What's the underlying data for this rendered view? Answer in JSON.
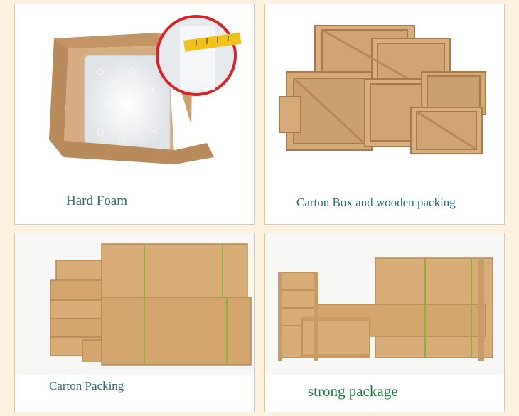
{
  "panels": [
    {
      "caption": "Hard Foam",
      "image": "open carton box with bubble-wrapped foam block and tape-measure close-up"
    },
    {
      "caption": "Carton Box and wooden packing",
      "image": "stacked wooden crates and carton boxes"
    },
    {
      "caption": "Carton Packing",
      "image": "stacked cardboard cartons with strapping"
    },
    {
      "caption": "strong package",
      "image": "cartons with wooden frames and strapping"
    }
  ],
  "colors": {
    "background": "#fbf1de",
    "panel_border": "#e2c79a",
    "caption": "#2c6e71",
    "caption_strong": "#1e7a42",
    "carton": "#d9ad78",
    "wood": "#c99b67"
  }
}
